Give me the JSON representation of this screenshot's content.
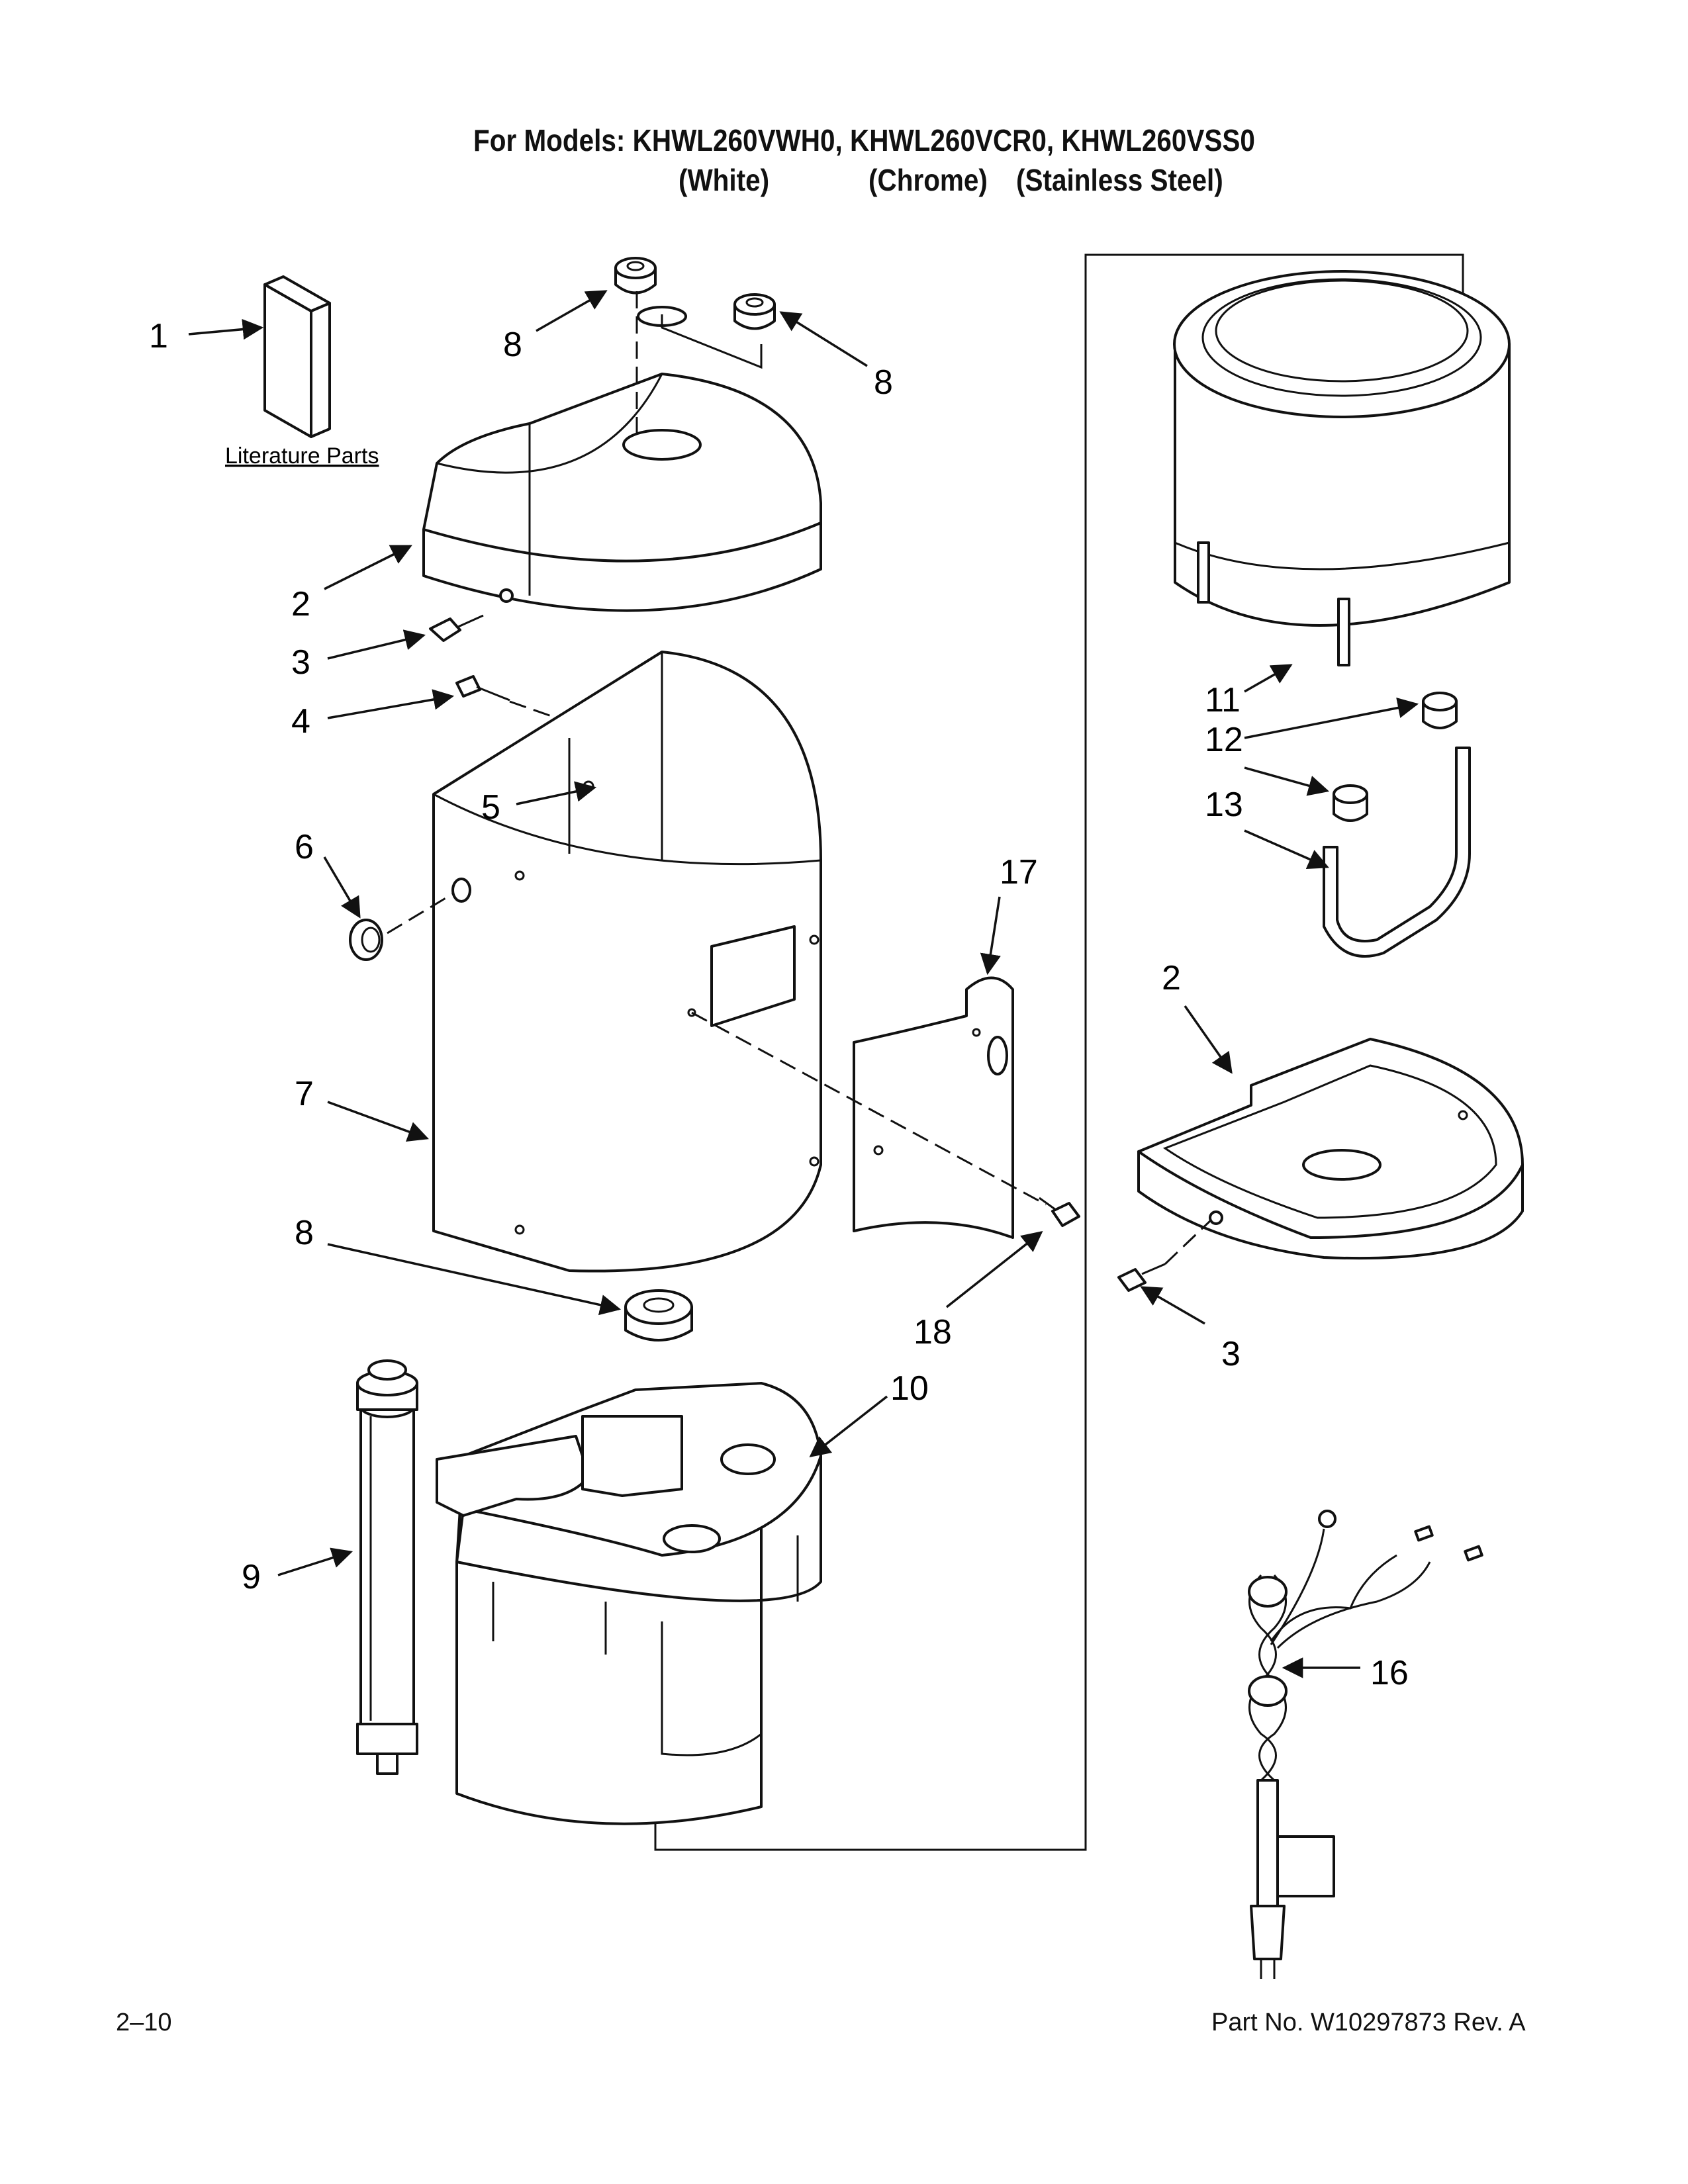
{
  "header": {
    "models_line": "For Models: KHWL260VWH0, KHWL260VCR0, KHWL260VSS0",
    "variant_white": "(White)",
    "variant_chrome": "(Chrome)",
    "variant_stainless": "(Stainless Steel)"
  },
  "literature_label": "Literature Parts",
  "callouts": {
    "c1": "1",
    "c2a": "2",
    "c2b": "2",
    "c3a": "3",
    "c3b": "3",
    "c4": "4",
    "c5": "5",
    "c6": "6",
    "c7": "7",
    "c8a": "8",
    "c8b": "8",
    "c8c": "8",
    "c9": "9",
    "c10": "10",
    "c11": "11",
    "c12": "12",
    "c13": "13",
    "c16": "16",
    "c17": "17",
    "c18": "18"
  },
  "footer": {
    "page_number": "2–10",
    "part_number": "Part No. W10297873 Rev. A"
  }
}
